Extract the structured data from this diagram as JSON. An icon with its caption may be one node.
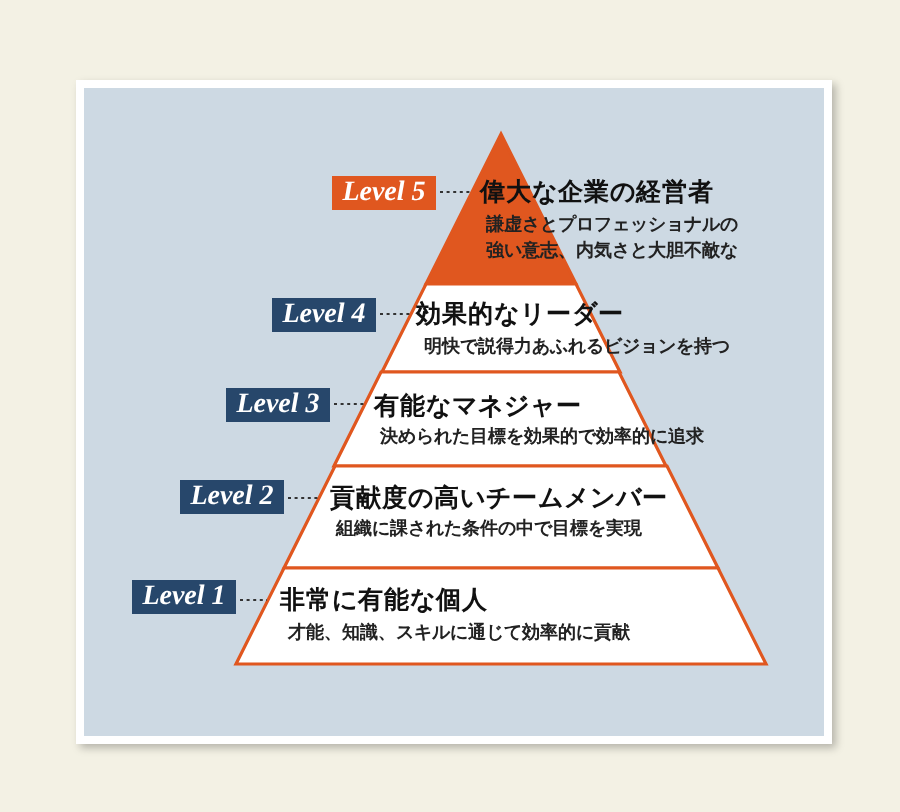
{
  "diagram": {
    "nodes": [
      {
        "text": [
          "Level 5"
        ]
      },
      {
        "text": [
          "偉大な企業の経営者",
          "謙虚さとプロフェッショナルの強い意志、内気さと大胆不敵な"
        ]
      },
      {
        "text": [
          "Level 4"
        ]
      },
      {
        "text": [
          "効果的なリーダー",
          "明快で説得力あふれるビジョンを持つ"
        ]
      },
      {
        "text": [
          "Level 3"
        ]
      },
      {
        "text": [
          "有能なマネジャー",
          "決められた目標を効果的で効率的に追求"
        ]
      },
      {
        "text": [
          "Level 2"
        ]
      },
      {
        "text": [
          "貢献度の高いチームメンバー",
          "組織に課された条件の中で目標を実現"
        ]
      },
      {
        "text": [
          "Level 1"
        ]
      },
      {
        "text": [
          "非常に有能な個人",
          "才能、知識、スキルに通じて効率的に貢献"
        ]
      }
    ],
    "edges": [
      {
        "from": 0,
        "to": 1,
        "arrow": "none",
        "style": "dashed"
      },
      {
        "from": 2,
        "to": 3,
        "arrow": "none",
        "style": "dashed"
      },
      {
        "from": 4,
        "to": 5,
        "arrow": "none",
        "style": "dashed"
      },
      {
        "from": 6,
        "to": 7,
        "arrow": "none",
        "style": "dashed"
      },
      {
        "from": 8,
        "to": 9,
        "arrow": "none",
        "style": "dashed"
      }
    ]
  }
}
